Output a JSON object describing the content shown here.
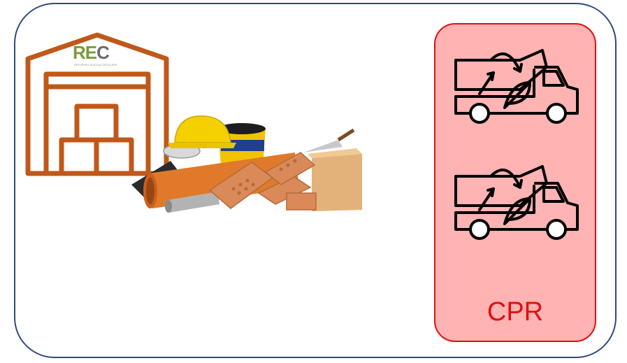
{
  "logo": {
    "text_main": "RE",
    "text_accent": "C",
    "subtitle": "RECUPERO EDILIZIA CIRCOLARE"
  },
  "panel": {
    "label": "CPR"
  },
  "icons": {
    "warehouse": "warehouse-icon",
    "materials": "construction-materials-image",
    "truck": "eco-concrete-mixer-truck-icon"
  },
  "colors": {
    "frame": "#2f4a80",
    "warehouse": "#c0581a",
    "logo_green": "#7a9a3c",
    "panel_fill": "#ffb3b3",
    "panel_border": "#e01010",
    "label": "#e01010"
  }
}
